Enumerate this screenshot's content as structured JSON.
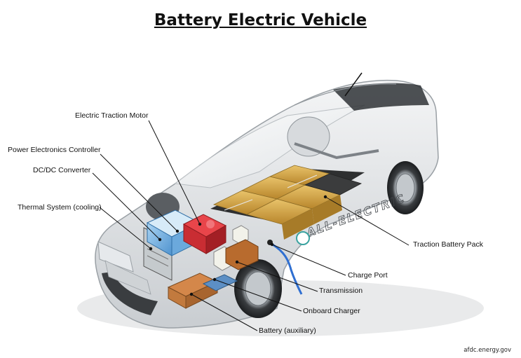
{
  "title": "Battery Electric Vehicle",
  "labels": {
    "motor": "Electric Traction Motor",
    "power_electronics": "Power Electronics Controller",
    "dcdc": "DC/DC Converter",
    "thermal": "Thermal System (cooling)",
    "battery_pack": "Traction Battery Pack",
    "charge_port": "Charge Port",
    "transmission": "Transmission",
    "onboard_charger": "Onboard Charger",
    "aux_battery": "Battery (auxiliary)"
  },
  "car_door_text": "ALL-ELECTRIC",
  "credit": "afdc.energy.gov"
}
